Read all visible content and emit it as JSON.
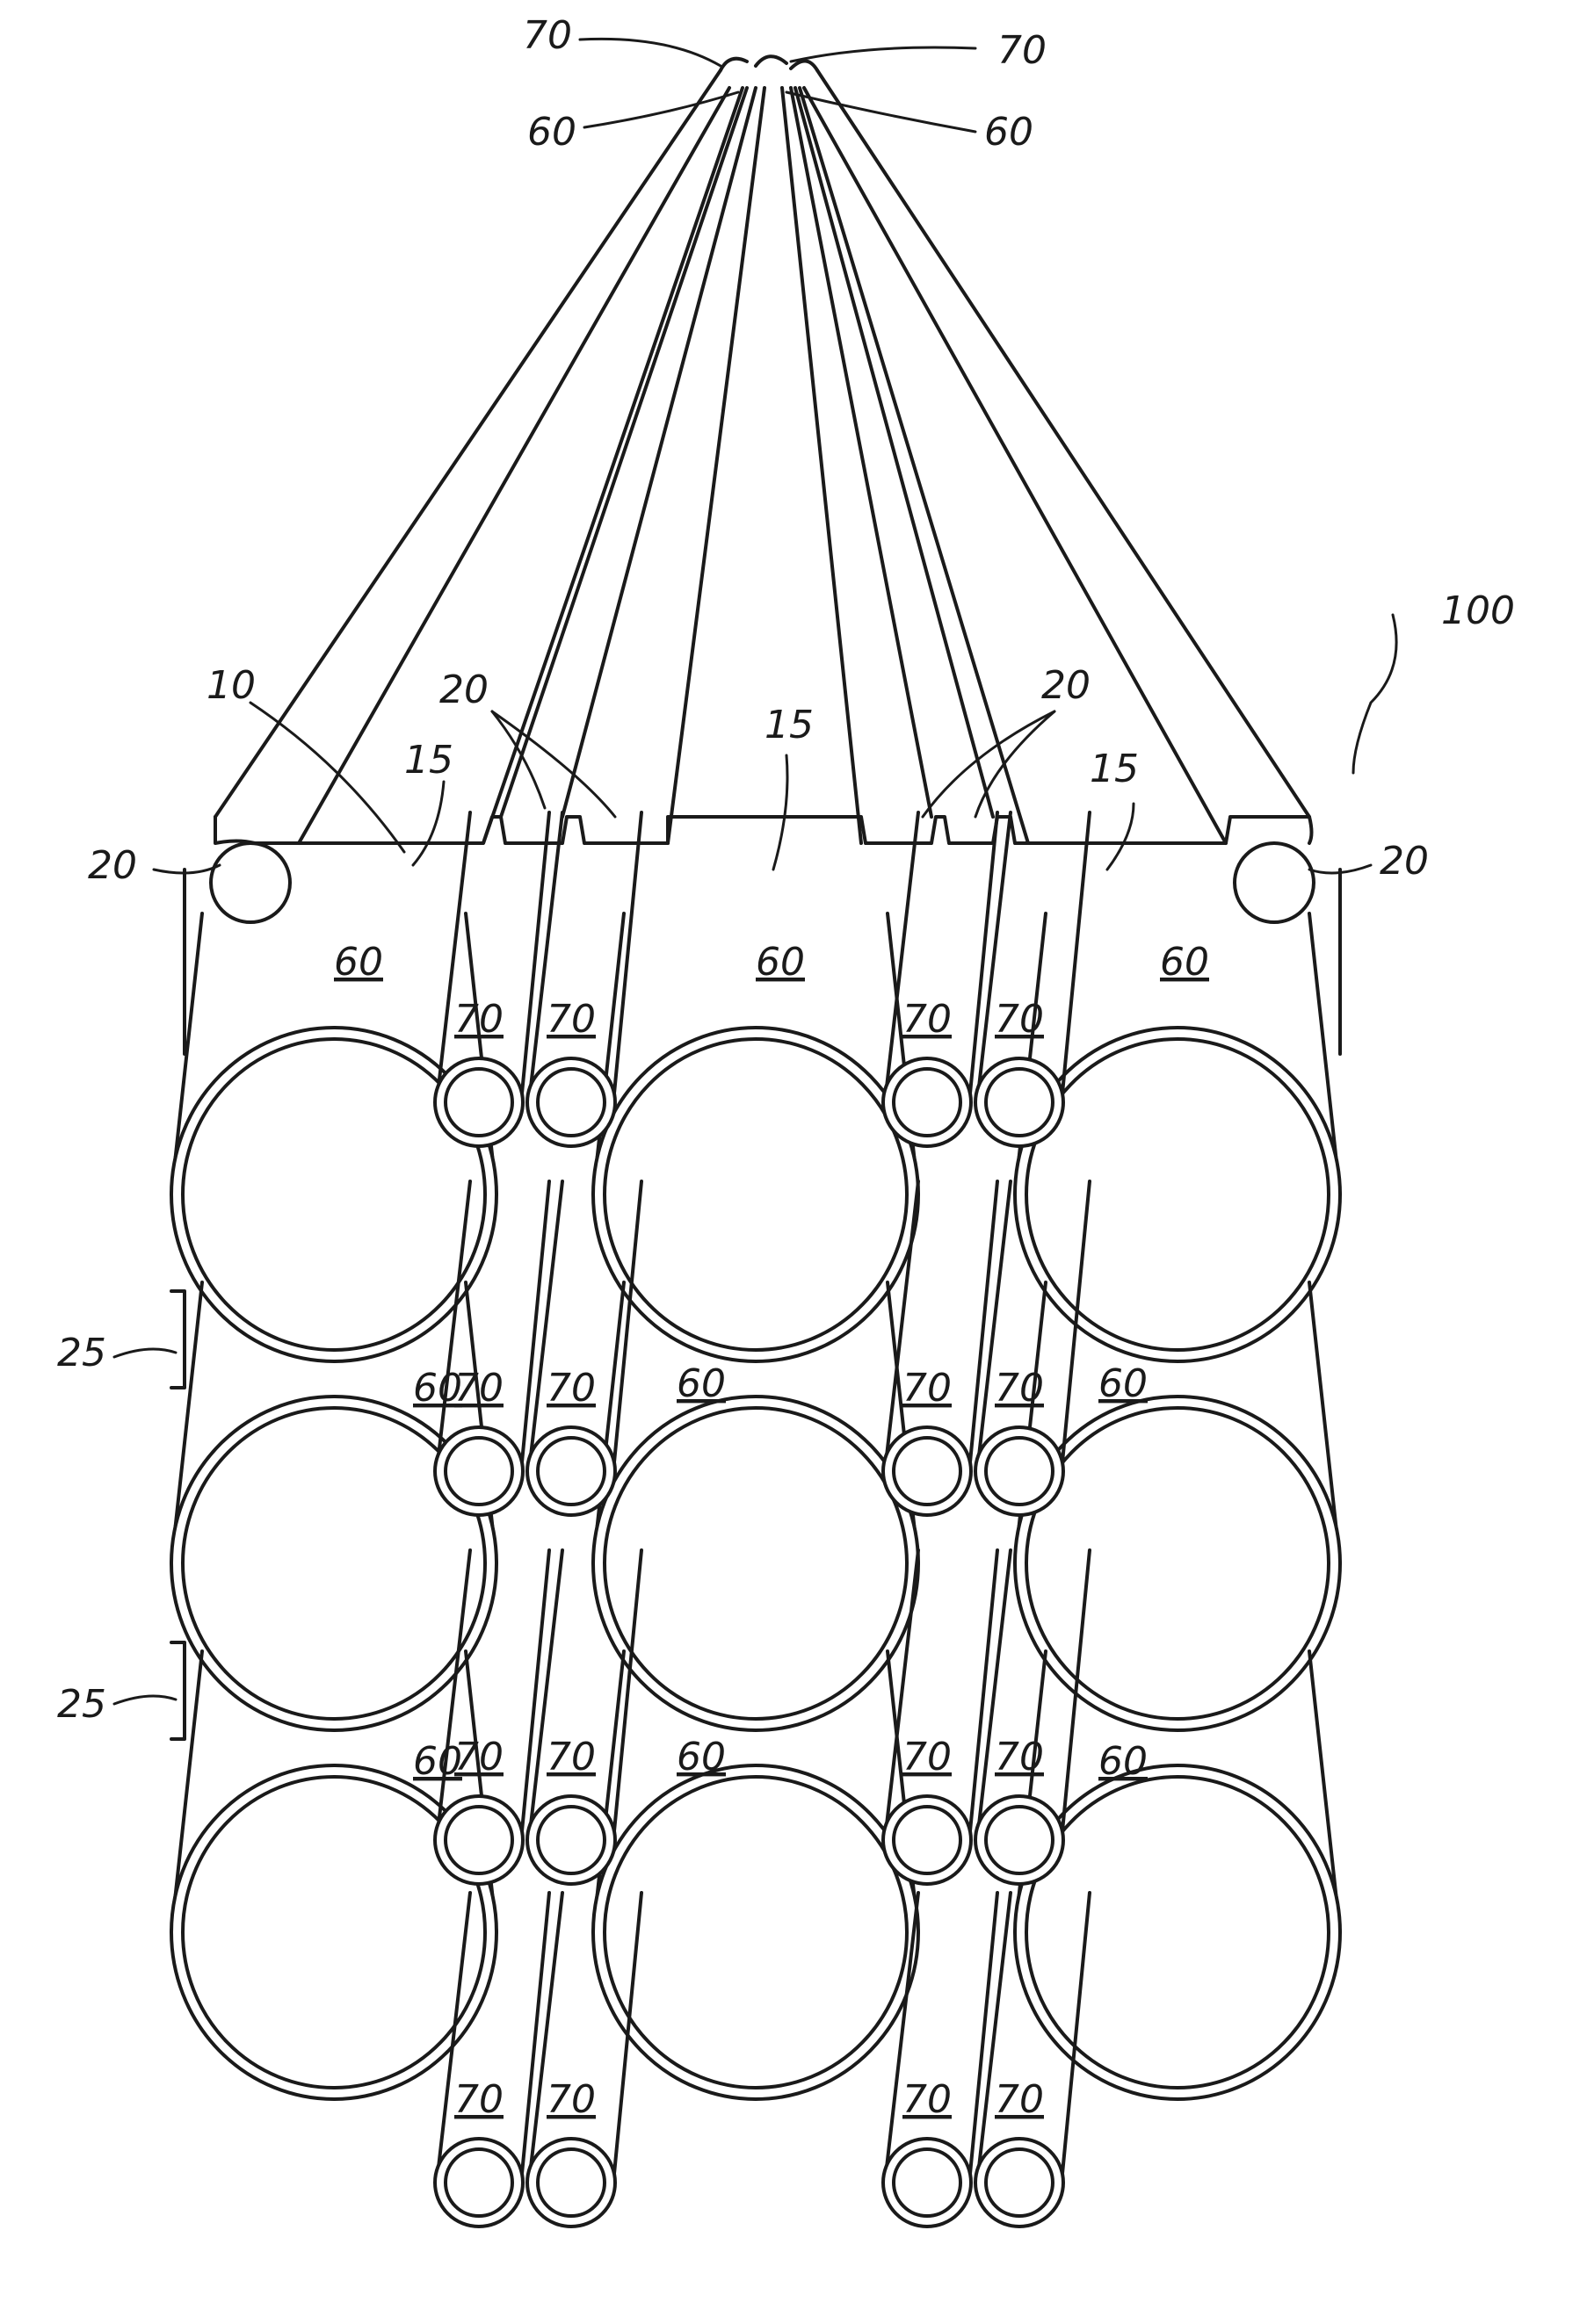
{
  "figure": {
    "reference_numerals": {
      "assembly": "100",
      "sheet": "10",
      "channel": "15",
      "clip": "20",
      "step": "25",
      "large_tube": "60",
      "small_tube": "70"
    }
  }
}
